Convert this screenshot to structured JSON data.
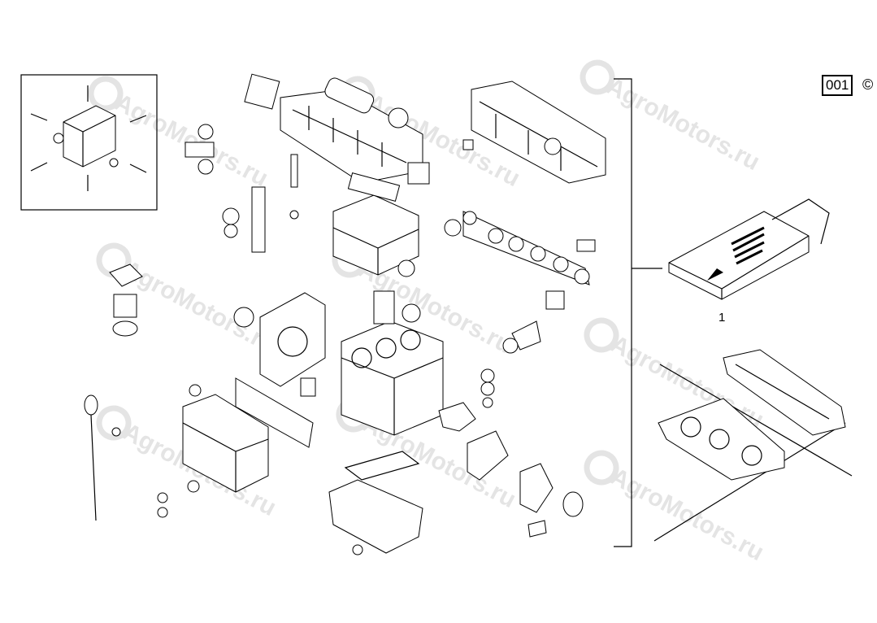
{
  "diagram": {
    "page_label": "001",
    "copyright_symbol": "©",
    "callouts": [
      "1"
    ],
    "watermark": "AgroMotors.ru"
  }
}
